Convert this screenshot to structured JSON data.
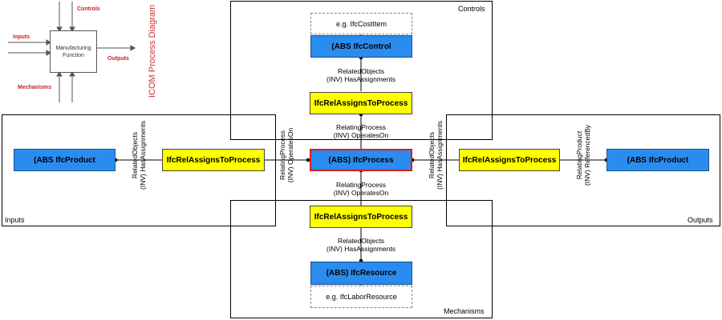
{
  "icom": {
    "title": "ICOM Process Diagram",
    "function_label": "Manufacturing Function",
    "controls": "Controls",
    "inputs": "Inputs",
    "outputs": "Outputs",
    "mechanisms": "Mechanisms"
  },
  "frames": {
    "controls": "Controls",
    "inputs": "Inputs",
    "outputs": "Outputs",
    "mechanisms": "Mechanisms"
  },
  "boxes": {
    "cost_item": "e.g. IfcCostItem",
    "control": "(ABS IfcControl",
    "assigns_top": "IfcRelAssignsToProcess",
    "process": "(ABS) IfcProcess",
    "assigns_bottom": "IfcRelAssignsToProcess",
    "resource": "(ABS) IfcResource",
    "labor_resource": "e.g. IfcLaborResource",
    "product_left": "(ABS IfcProduct",
    "assigns_left": "IfcRelAssignsToProcess",
    "assigns_right": "IfcRelAssignsToProcess",
    "product_right": "(ABS IfcProduct"
  },
  "relations": {
    "top_upper": [
      "RelatedObjects",
      "(INV) HasAssignments"
    ],
    "top_lower": [
      "RelatingProcess",
      "(INV) OperatesOn"
    ],
    "bottom_upper": [
      "RelatingProcess",
      "(INV) OperatesOn"
    ],
    "bottom_lower": [
      "RelatedObjects",
      "(INV) HasAssignments"
    ],
    "left_outer": [
      "RelatedObjects",
      "(INV) HasAssignments"
    ],
    "left_inner": [
      "RelatingProcess",
      "(INV) OperatesOn"
    ],
    "right_inner": [
      "RelatedObjects",
      "(INV) HasAssignments"
    ],
    "right_outer": [
      "RelatingProduct",
      "(INV) ReferencedBy"
    ]
  },
  "colors": {
    "entity_blue": "#2b8cf0",
    "relationship_yellow": "#ffff00",
    "selected_border": "#e01b1b",
    "icom_red": "#cc2020"
  }
}
